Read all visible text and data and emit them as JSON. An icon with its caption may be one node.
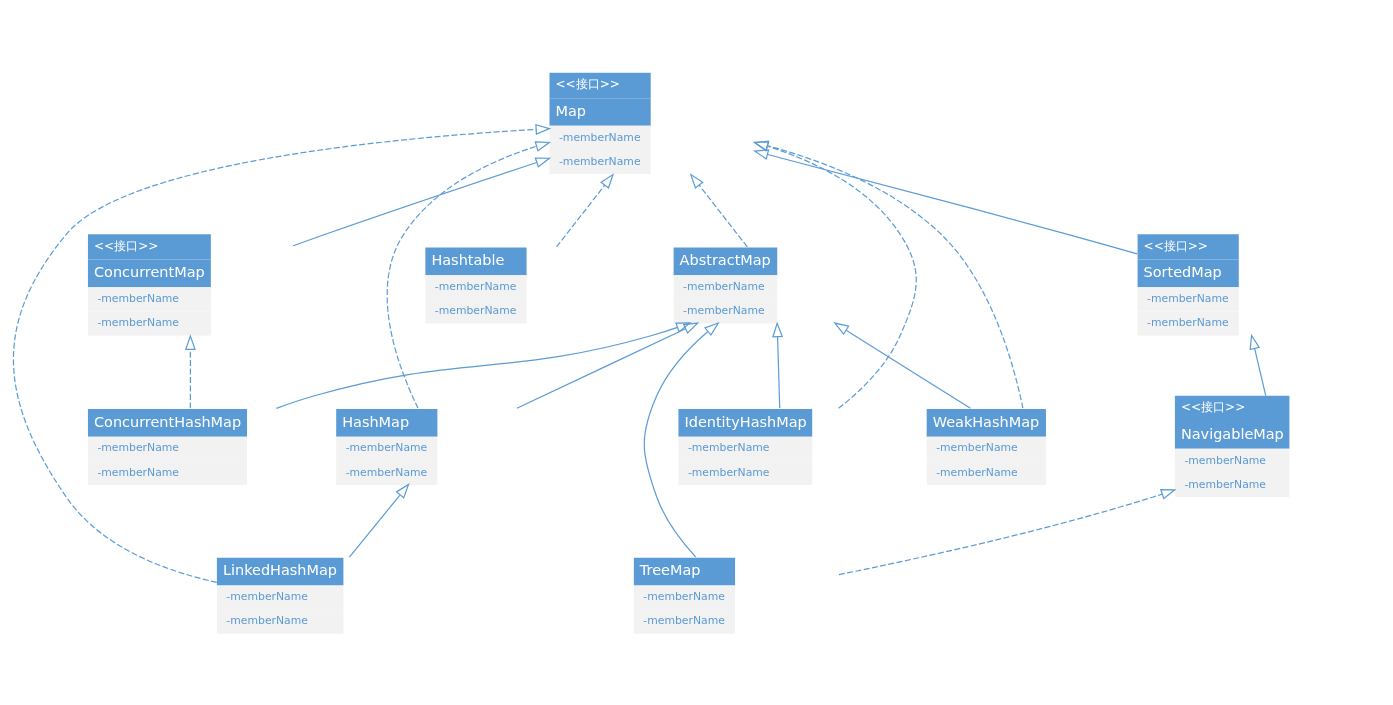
{
  "diagram": {
    "nodes": [
      {
        "text": [
          "<<接口>>",
          "Map",
          "-memberName",
          "-memberName"
        ]
      },
      {
        "text": [
          "AbstractMap",
          "-memberName",
          "-memberName"
        ]
      },
      {
        "text": [
          "<<接口>>",
          "SortedMap",
          "-memberName",
          "-memberName"
        ]
      },
      {
        "text": [
          "<<接口>>",
          "ConcurrentMap",
          "-memberName",
          "-memberName"
        ]
      },
      {
        "text": [
          "Hashtable",
          "-memberName",
          "-memberName"
        ]
      },
      {
        "text": [
          "HashMap",
          "-memberName",
          "-memberName"
        ]
      },
      {
        "text": [
          "<<接口>>",
          "NavigableMap",
          "-memberName",
          "-memberName"
        ]
      },
      {
        "text": [
          "ConcurrentHashMap",
          "-memberName",
          "-memberName"
        ]
      },
      {
        "text": [
          "LinkedHashMap",
          "-memberName",
          "-memberName"
        ]
      },
      {
        "text": [
          "TreeMap",
          "-memberName",
          "-memberName"
        ]
      },
      {
        "text": [
          "IdentityHashMap",
          "-memberName",
          "-memberName"
        ]
      },
      {
        "text": [
          "WeakHashMap",
          "-memberName",
          "-memberName"
        ]
      }
    ],
    "edges": [
      {
        "from": 1,
        "to": 0,
        "arrow": "to",
        "style": "dashed"
      },
      {
        "from": 2,
        "to": 0,
        "arrow": "to"
      },
      {
        "from": 3,
        "to": 0,
        "arrow": "to"
      },
      {
        "from": 4,
        "to": 0,
        "arrow": "to",
        "style": "dashed"
      },
      {
        "from": 5,
        "to": 1,
        "arrow": "to"
      },
      {
        "from": 5,
        "to": 0,
        "arrow": "to",
        "style": "dashed"
      },
      {
        "from": 6,
        "to": 2,
        "arrow": "to"
      },
      {
        "from": 7,
        "to": 3,
        "arrow": "to",
        "style": "dashed"
      },
      {
        "from": 7,
        "to": 1,
        "arrow": "to"
      },
      {
        "from": 8,
        "to": 5,
        "arrow": "to"
      },
      {
        "from": 8,
        "to": 0,
        "arrow": "to",
        "style": "dashed"
      },
      {
        "from": 9,
        "to": 6,
        "arrow": "to",
        "style": "dashed"
      },
      {
        "from": 9,
        "to": 1,
        "arrow": "to"
      },
      {
        "from": 10,
        "to": 1,
        "arrow": "to"
      },
      {
        "from": 10,
        "to": 0,
        "arrow": "to",
        "style": "dashed"
      },
      {
        "from": 11,
        "to": 1,
        "arrow": "to"
      },
      {
        "from": 11,
        "to": 0,
        "arrow": "to",
        "style": "dashed"
      }
    ]
  }
}
